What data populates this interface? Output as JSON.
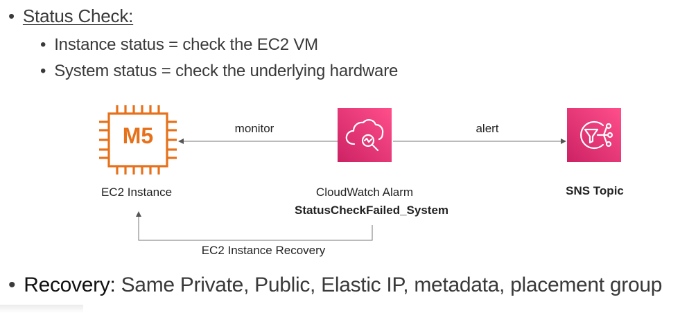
{
  "bullets": {
    "status_check": "Status Check:",
    "instance_status": "Instance status = check the EC2 VM",
    "system_status": "System status = check the underlying hardware",
    "recovery_term": "Recovery:",
    "recovery_text": " Same Private, Public, Elastic IP, metadata, placement group"
  },
  "diagram": {
    "ec2": {
      "chip_label": "M5",
      "label": "EC2 Instance",
      "color": "#e7711b"
    },
    "cloudwatch": {
      "label": "CloudWatch Alarm",
      "metric": "StatusCheckFailed_System",
      "color": "#e7157b"
    },
    "sns": {
      "label": "SNS Topic",
      "color": "#e7157b"
    },
    "arrows": {
      "monitor": "monitor",
      "alert": "alert",
      "recovery": "EC2 Instance Recovery"
    }
  },
  "icons": {
    "ec2": "ec2-chip-icon",
    "cloudwatch": "cloudwatch-icon",
    "sns": "sns-icon"
  }
}
